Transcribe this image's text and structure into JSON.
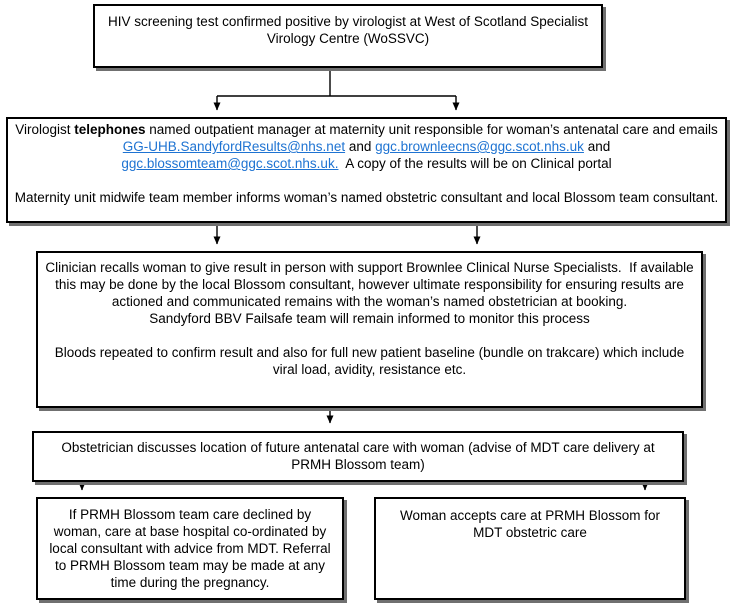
{
  "colors": {
    "background": "#FFFFFF",
    "text": "#000000",
    "border": "#000000",
    "shadow": "#707070",
    "link": "#1E73D2"
  },
  "boxes": {
    "confirmed": {
      "text": "HIV screening test confirmed positive by virologist at West of Scotland Specialist Virology Centre (WoSSVC)"
    },
    "notify": {
      "para1": {
        "seg1": "Virologist ",
        "bold1": "telephones",
        "seg2": " named outpatient manager at maternity unit responsible for woman’s antenatal care and emails ",
        "email1": "GG-UHB.SandyfordResults@nhs.net",
        "and1": " and ",
        "email2": "ggc.brownleecns@ggc.scot.nhs.uk",
        "and2": " and ",
        "email3": "ggc.blossomteam@ggc.scot.nhs.uk.",
        "seg3": "  A copy of the results will be on Clinical portal"
      },
      "para2": "Maternity unit midwife team member informs woman’s named obstetric consultant and local Blossom team consultant."
    },
    "recall": {
      "para1": "Clinician recalls woman to give result in person with support Brownlee Clinical Nurse Specialists.  If available this may be done by the local Blossom consultant, however ultimate responsibility for ensuring results are actioned and communicated remains with the woman’s named obstetrician at booking.",
      "para2": "Sandyford BBV Failsafe team will remain informed to monitor this process",
      "para3": "Bloods repeated to confirm result and also for full new patient baseline (bundle on trakcare) which include viral load, avidity, resistance etc."
    },
    "discuss": {
      "text": "Obstetrician discusses location of future antenatal care with woman (advise of MDT care delivery at PRMH Blossom team)"
    },
    "declined": {
      "text": "If PRMH Blossom team care declined by woman, care at base hospital co-ordinated by local consultant with advice from MDT. Referral to PRMH Blossom team may be made at any time during the pregnancy."
    },
    "accepted": {
      "text": "Woman accepts care at PRMH Blossom for MDT obstetric care"
    }
  }
}
